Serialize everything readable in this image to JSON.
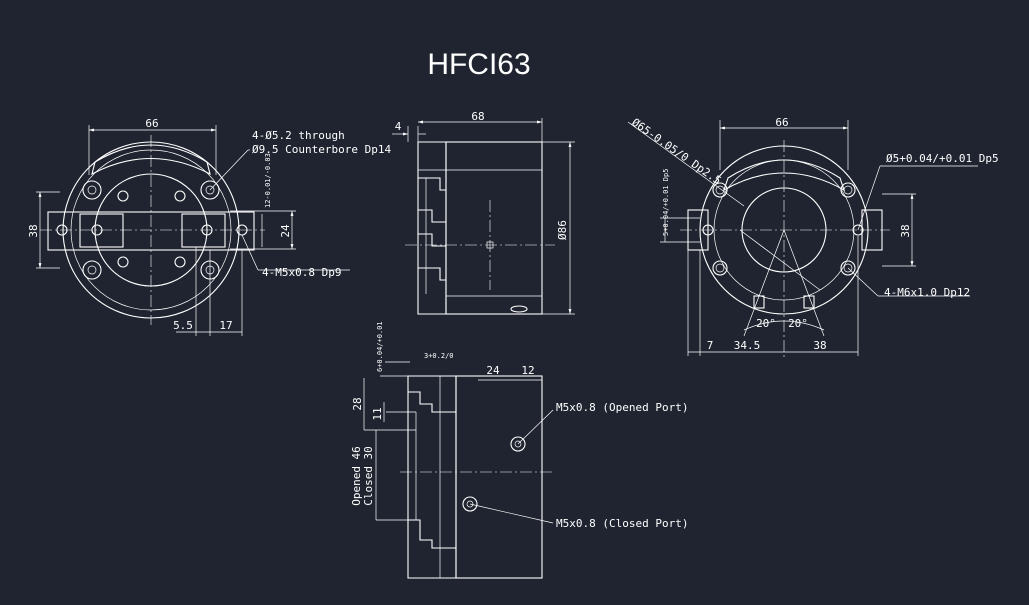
{
  "title": "HFCI63",
  "front_view": {
    "width_dim": "66",
    "height_dim": "38",
    "hole_note_1": "4-Ø5.2 through",
    "hole_note_2": "Ø9.5 Counterbore Dp14",
    "slot_dim": "24",
    "slot_tol": "12-0.01/-0.03",
    "thread_note": "4-M5x0.8 Dp9",
    "offset_dim": "5.5",
    "jaw_dim": "17"
  },
  "side_view": {
    "length_dim": "68",
    "lip_dim": "4",
    "diameter_dim": "Ø86"
  },
  "rear_view": {
    "width_dim": "66",
    "spigot_note": "Ø65-0.05/0 Dp2.5",
    "pin_note": "Ø5+0.04/+0.01 Dp5",
    "pin_note_left": "5+0.04/+0.01 Dp5",
    "height_dim": "38",
    "thread_note": "4-M6x1.0 Dp12",
    "angle_left": "20°",
    "angle_right": "20°",
    "dim_a": "7",
    "dim_b": "34.5",
    "dim_c": "38"
  },
  "bottom_view": {
    "tol_a": "6+0.04/+0.01",
    "tol_b": "3+0.2/0",
    "dim_24": "24",
    "dim_12": "12",
    "dim_28": "28",
    "dim_11": "11",
    "opened_label": "Opened 46",
    "closed_label": "Closed 30",
    "opened_port": "M5x0.8 (Opened Port)",
    "closed_port": "M5x0.8 (Closed Port)"
  }
}
